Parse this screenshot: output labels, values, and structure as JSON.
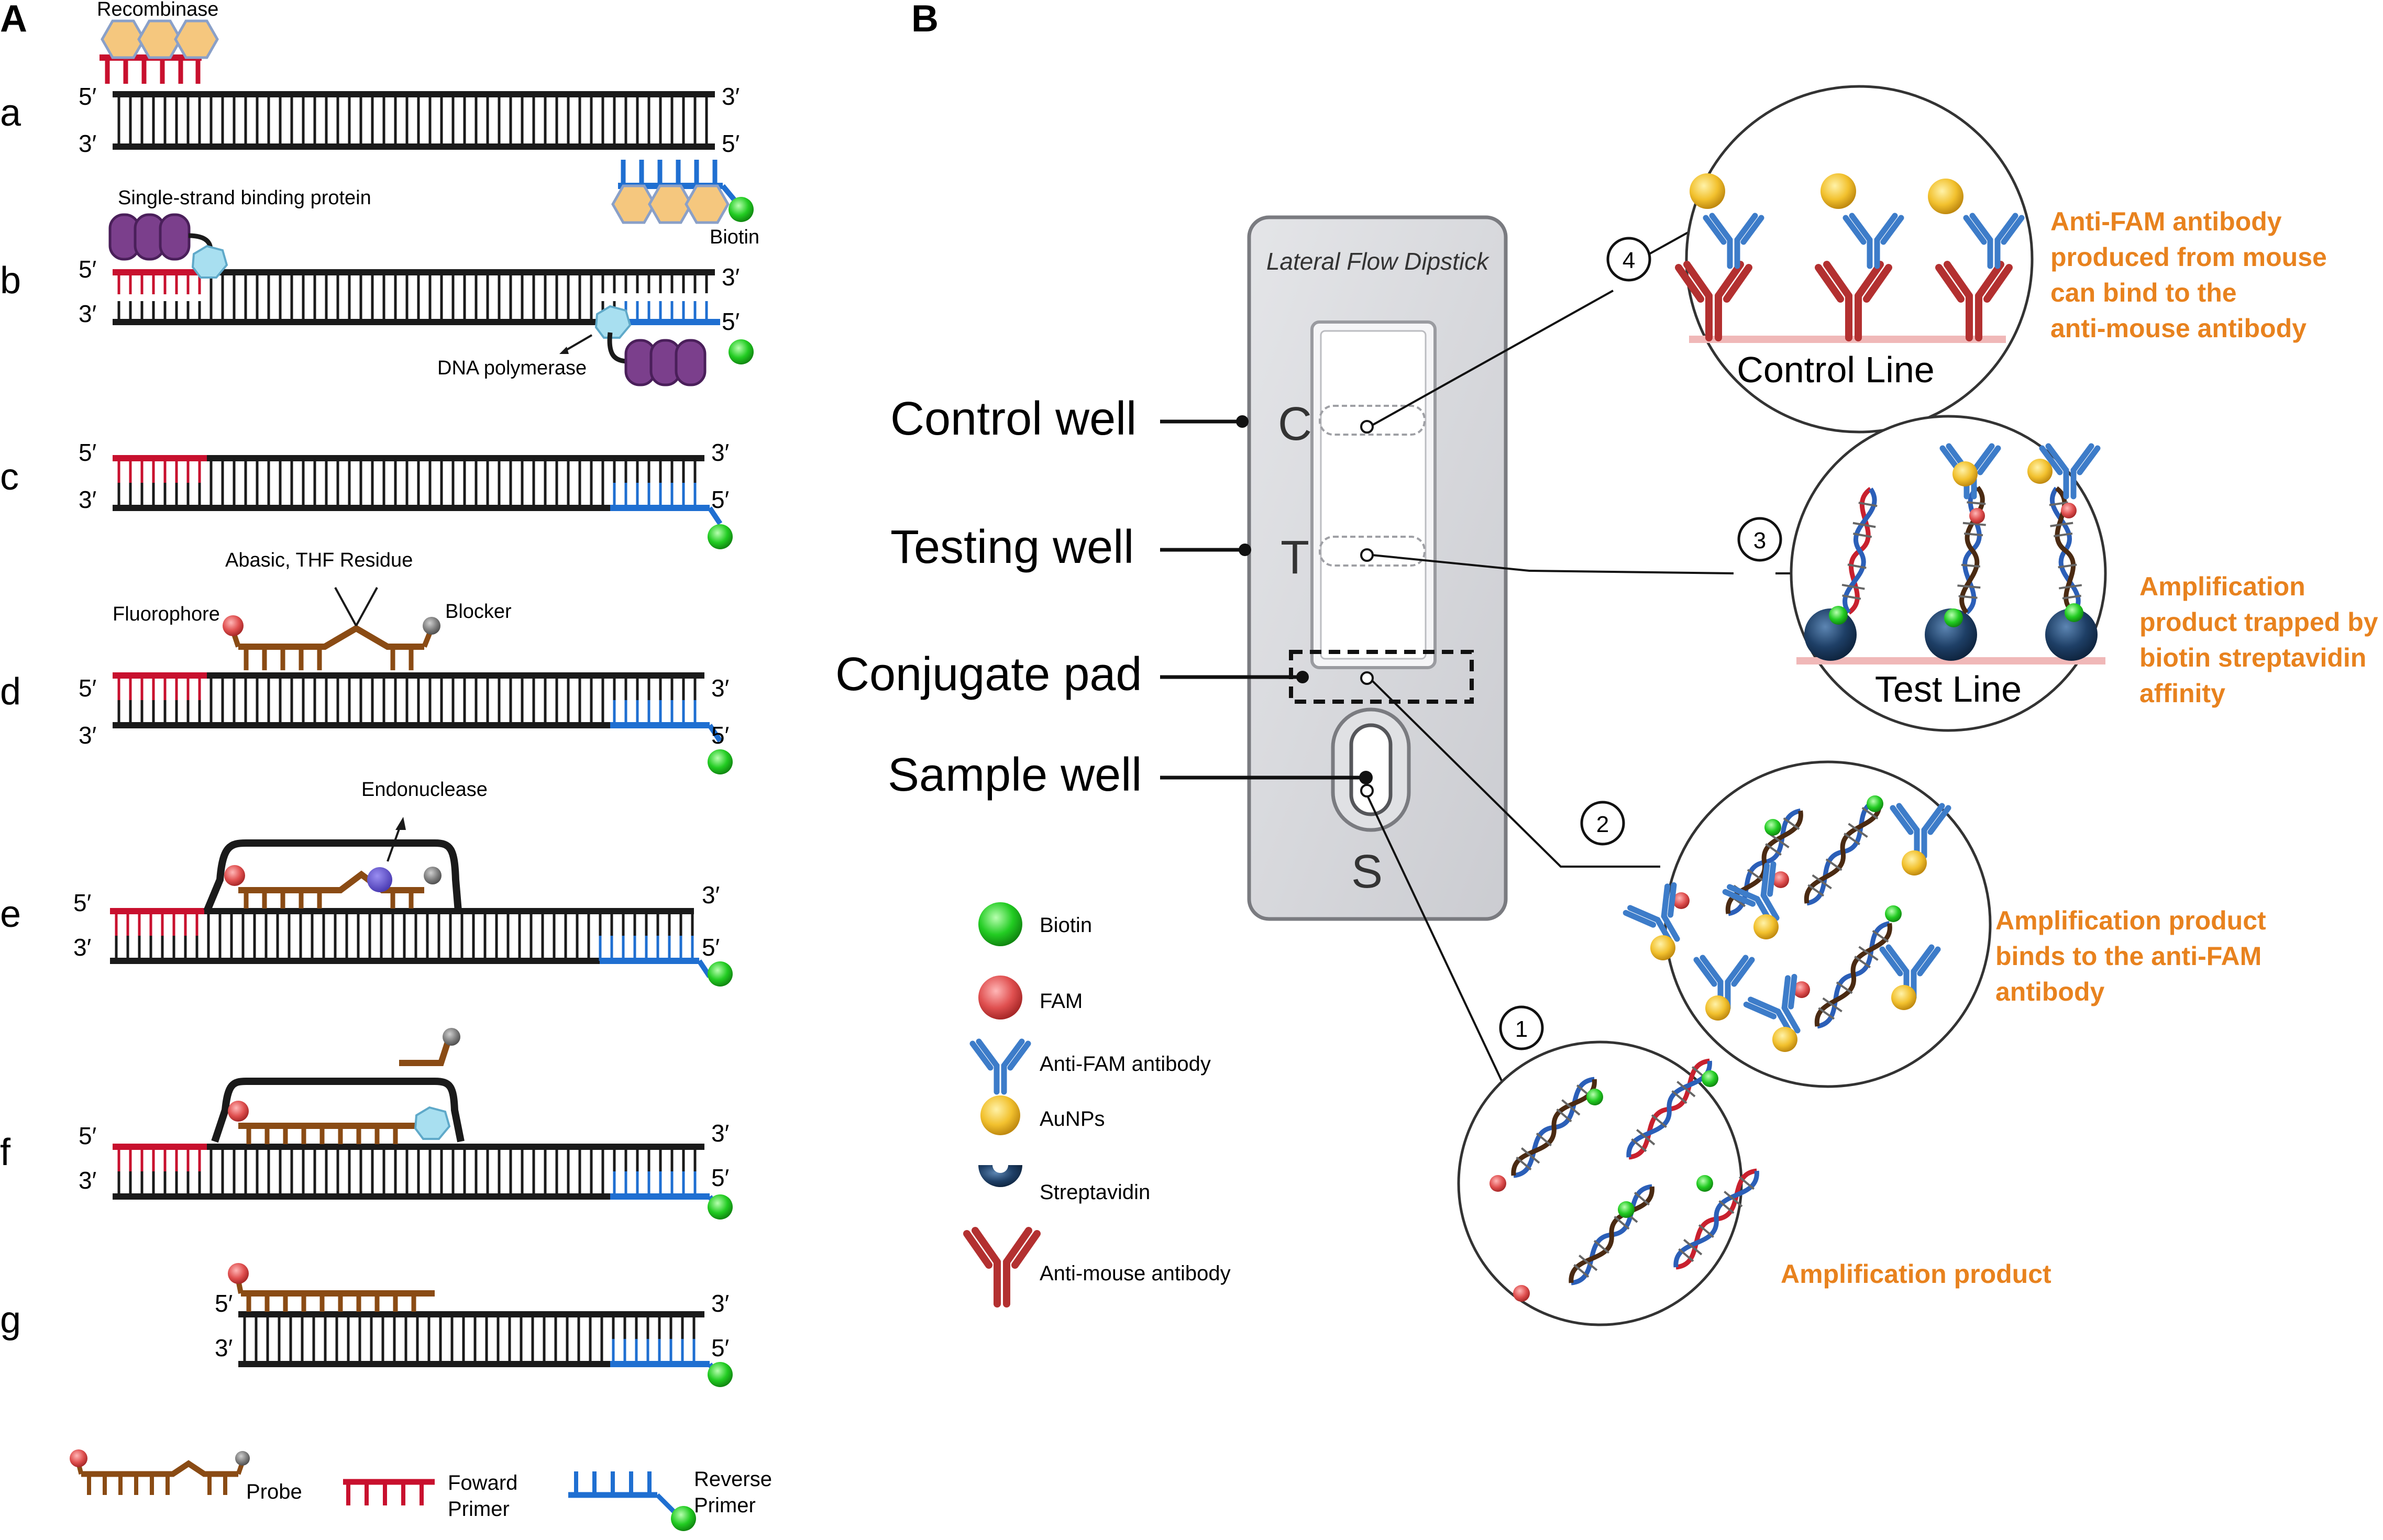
{
  "panels": {
    "A": "A",
    "B": "B"
  },
  "panelA": {
    "rows": [
      {
        "letter": "a",
        "top5": "5′",
        "top3": "3′",
        "bot3": "3′",
        "bot5": "5′"
      },
      {
        "letter": "b",
        "top5": "5′",
        "top3": "3′",
        "bot3": "3′",
        "bot5": "5′"
      },
      {
        "letter": "c",
        "top5": "5′",
        "top3": "3′",
        "bot3": "3′",
        "bot5": "5′"
      },
      {
        "letter": "d",
        "top5": "5′",
        "top3": "3′",
        "bot3": "3′",
        "bot5": "5′"
      },
      {
        "letter": "e",
        "top5": "5′",
        "top3": "3′",
        "bot3": "3′",
        "bot5": "5′"
      },
      {
        "letter": "f",
        "top5": "5′",
        "top3": "3′",
        "bot3": "3′",
        "bot5": "5′"
      },
      {
        "letter": "g",
        "top5": "5′",
        "top3": "3′",
        "bot3": "3′",
        "bot5": "5′"
      }
    ],
    "labels": {
      "recombinase": "Recombinase",
      "biotin": "Biotin",
      "ssb": "Single-strand binding protein",
      "polymerase": "DNA polymerase",
      "abasic": "Abasic, THF Residue",
      "fluorophore": "Fluorophore",
      "blocker": "Blocker",
      "endonuclease": "Endonuclease"
    },
    "legend": {
      "probe": "Probe",
      "forward1": "Foward",
      "forward2": "Primer",
      "reverse1": "Reverse",
      "reverse2": "Primer"
    }
  },
  "panelB": {
    "dipstick_title": "Lateral Flow Dipstick",
    "letters": {
      "c": "C",
      "t": "T",
      "s": "S"
    },
    "wells": {
      "control": "Control well",
      "testing": "Testing well",
      "conjugate": "Conjugate pad",
      "sample": "Sample well"
    },
    "steps": {
      "one": "1",
      "two": "2",
      "three": "3",
      "four": "4"
    },
    "circles": {
      "control_line": "Control Line",
      "test_line": "Test Line"
    },
    "notes": {
      "n4": [
        "Anti-FAM antibody",
        "produced from mouse",
        "can bind to the",
        "anti-mouse antibody"
      ],
      "n3": [
        "Amplification",
        "product  trapped by",
        "biotin streptavidin",
        "affinity"
      ],
      "n2": [
        "Amplification product",
        "binds to the anti-FAM",
        "antibody"
      ],
      "n1": [
        "Amplification product"
      ]
    },
    "legend": {
      "biotin": "Biotin",
      "fam": "FAM",
      "anti_fam": "Anti-FAM antibody",
      "aunps": "AuNPs",
      "streptavidin": "Streptavidin",
      "anti_mouse": "Anti-mouse antibody"
    }
  },
  "colors": {
    "strand": "#1a1a1a",
    "forward": "#c8102e",
    "reverse": "#1f6fd1",
    "probe": "#8a4b14",
    "biotin": "#22cc22",
    "fam": "#e05050",
    "recombinase": "#f5c77e",
    "ssb": "#7b3f8c",
    "polymerase": "#a8dff0",
    "orange_text": "#e8821e",
    "gold": "#f2c12e",
    "streptavidin": "#1e3f66",
    "antimouse": "#b33030",
    "antifam": "#3d7cc9"
  }
}
